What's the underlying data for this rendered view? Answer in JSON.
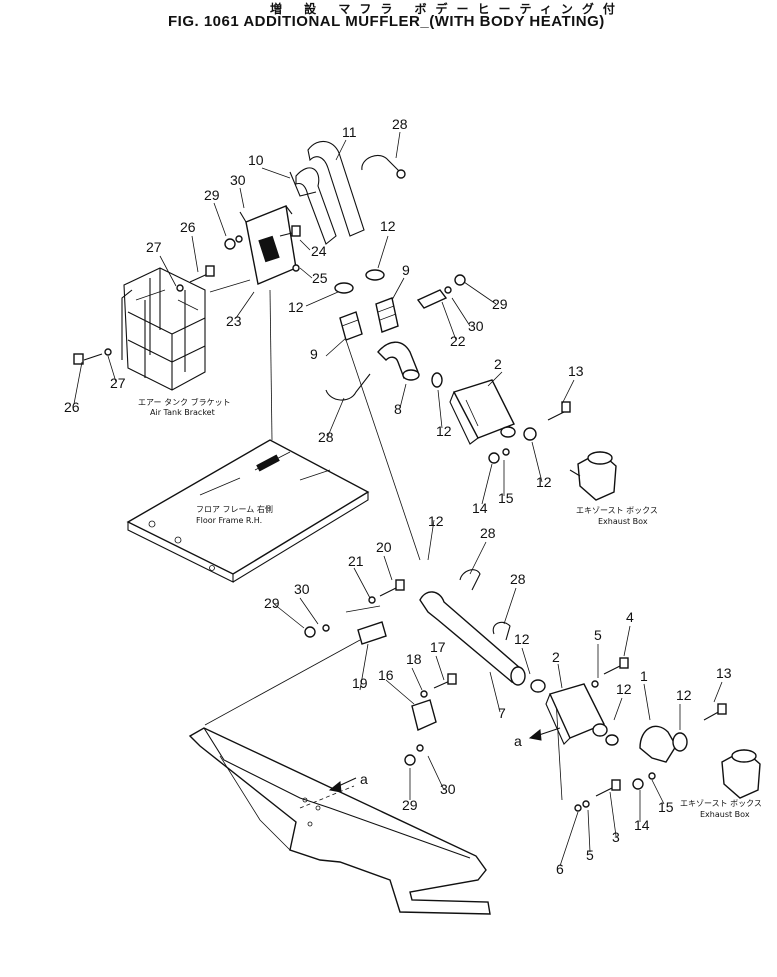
{
  "title": {
    "jp": "増 設 マフラ ボデーヒーティング付",
    "en": "FIG. 1061  ADDITIONAL  MUFFLER_(WITH BODY HEATING)"
  },
  "captions": {
    "air_tank_jp": "エアー タンク ブラケット",
    "air_tank_en": "Air Tank Bracket",
    "floor_frame_jp": "フロア フレーム 右側",
    "floor_frame_en": "Floor Frame R.H.",
    "exhaust_upper_jp": "エキゾースト ボックス",
    "exhaust_upper_en": "Exhaust Box",
    "exhaust_lower_jp": "エキゾースト ボックス",
    "exhaust_lower_en": "Exhaust Box"
  },
  "callouts": {
    "n11": "11",
    "n28a": "28",
    "n10": "10",
    "n30a": "30",
    "n29a": "29",
    "n26a": "26",
    "n27a": "27",
    "n24": "24",
    "n12a": "12",
    "n25": "25",
    "n9a": "9",
    "n29b": "29",
    "n23": "23",
    "n12b": "12",
    "n30b": "30",
    "n22": "22",
    "n9b": "9",
    "n2a": "2",
    "n13a": "13",
    "n26b": "26",
    "n27b": "27",
    "n8": "8",
    "n28b": "28",
    "n12c": "12",
    "n14a": "14",
    "n15a": "15",
    "n12d": "12",
    "n12e": "12",
    "n28c": "28",
    "n21": "21",
    "n20": "20",
    "n29c": "29",
    "n30c": "30",
    "n28d": "28",
    "n17": "17",
    "n18": "18",
    "n4": "4",
    "n16": "16",
    "n12f": "12",
    "n5a": "5",
    "n2b": "2",
    "n19": "19",
    "n1": "1",
    "n12g": "12",
    "n12h": "12",
    "n13b": "13",
    "n7": "7",
    "a1": "a",
    "n29d": "29",
    "n30d": "30",
    "a2": "a",
    "n15b": "15",
    "n14b": "14",
    "n3": "3",
    "n5b": "5",
    "n6": "6"
  }
}
